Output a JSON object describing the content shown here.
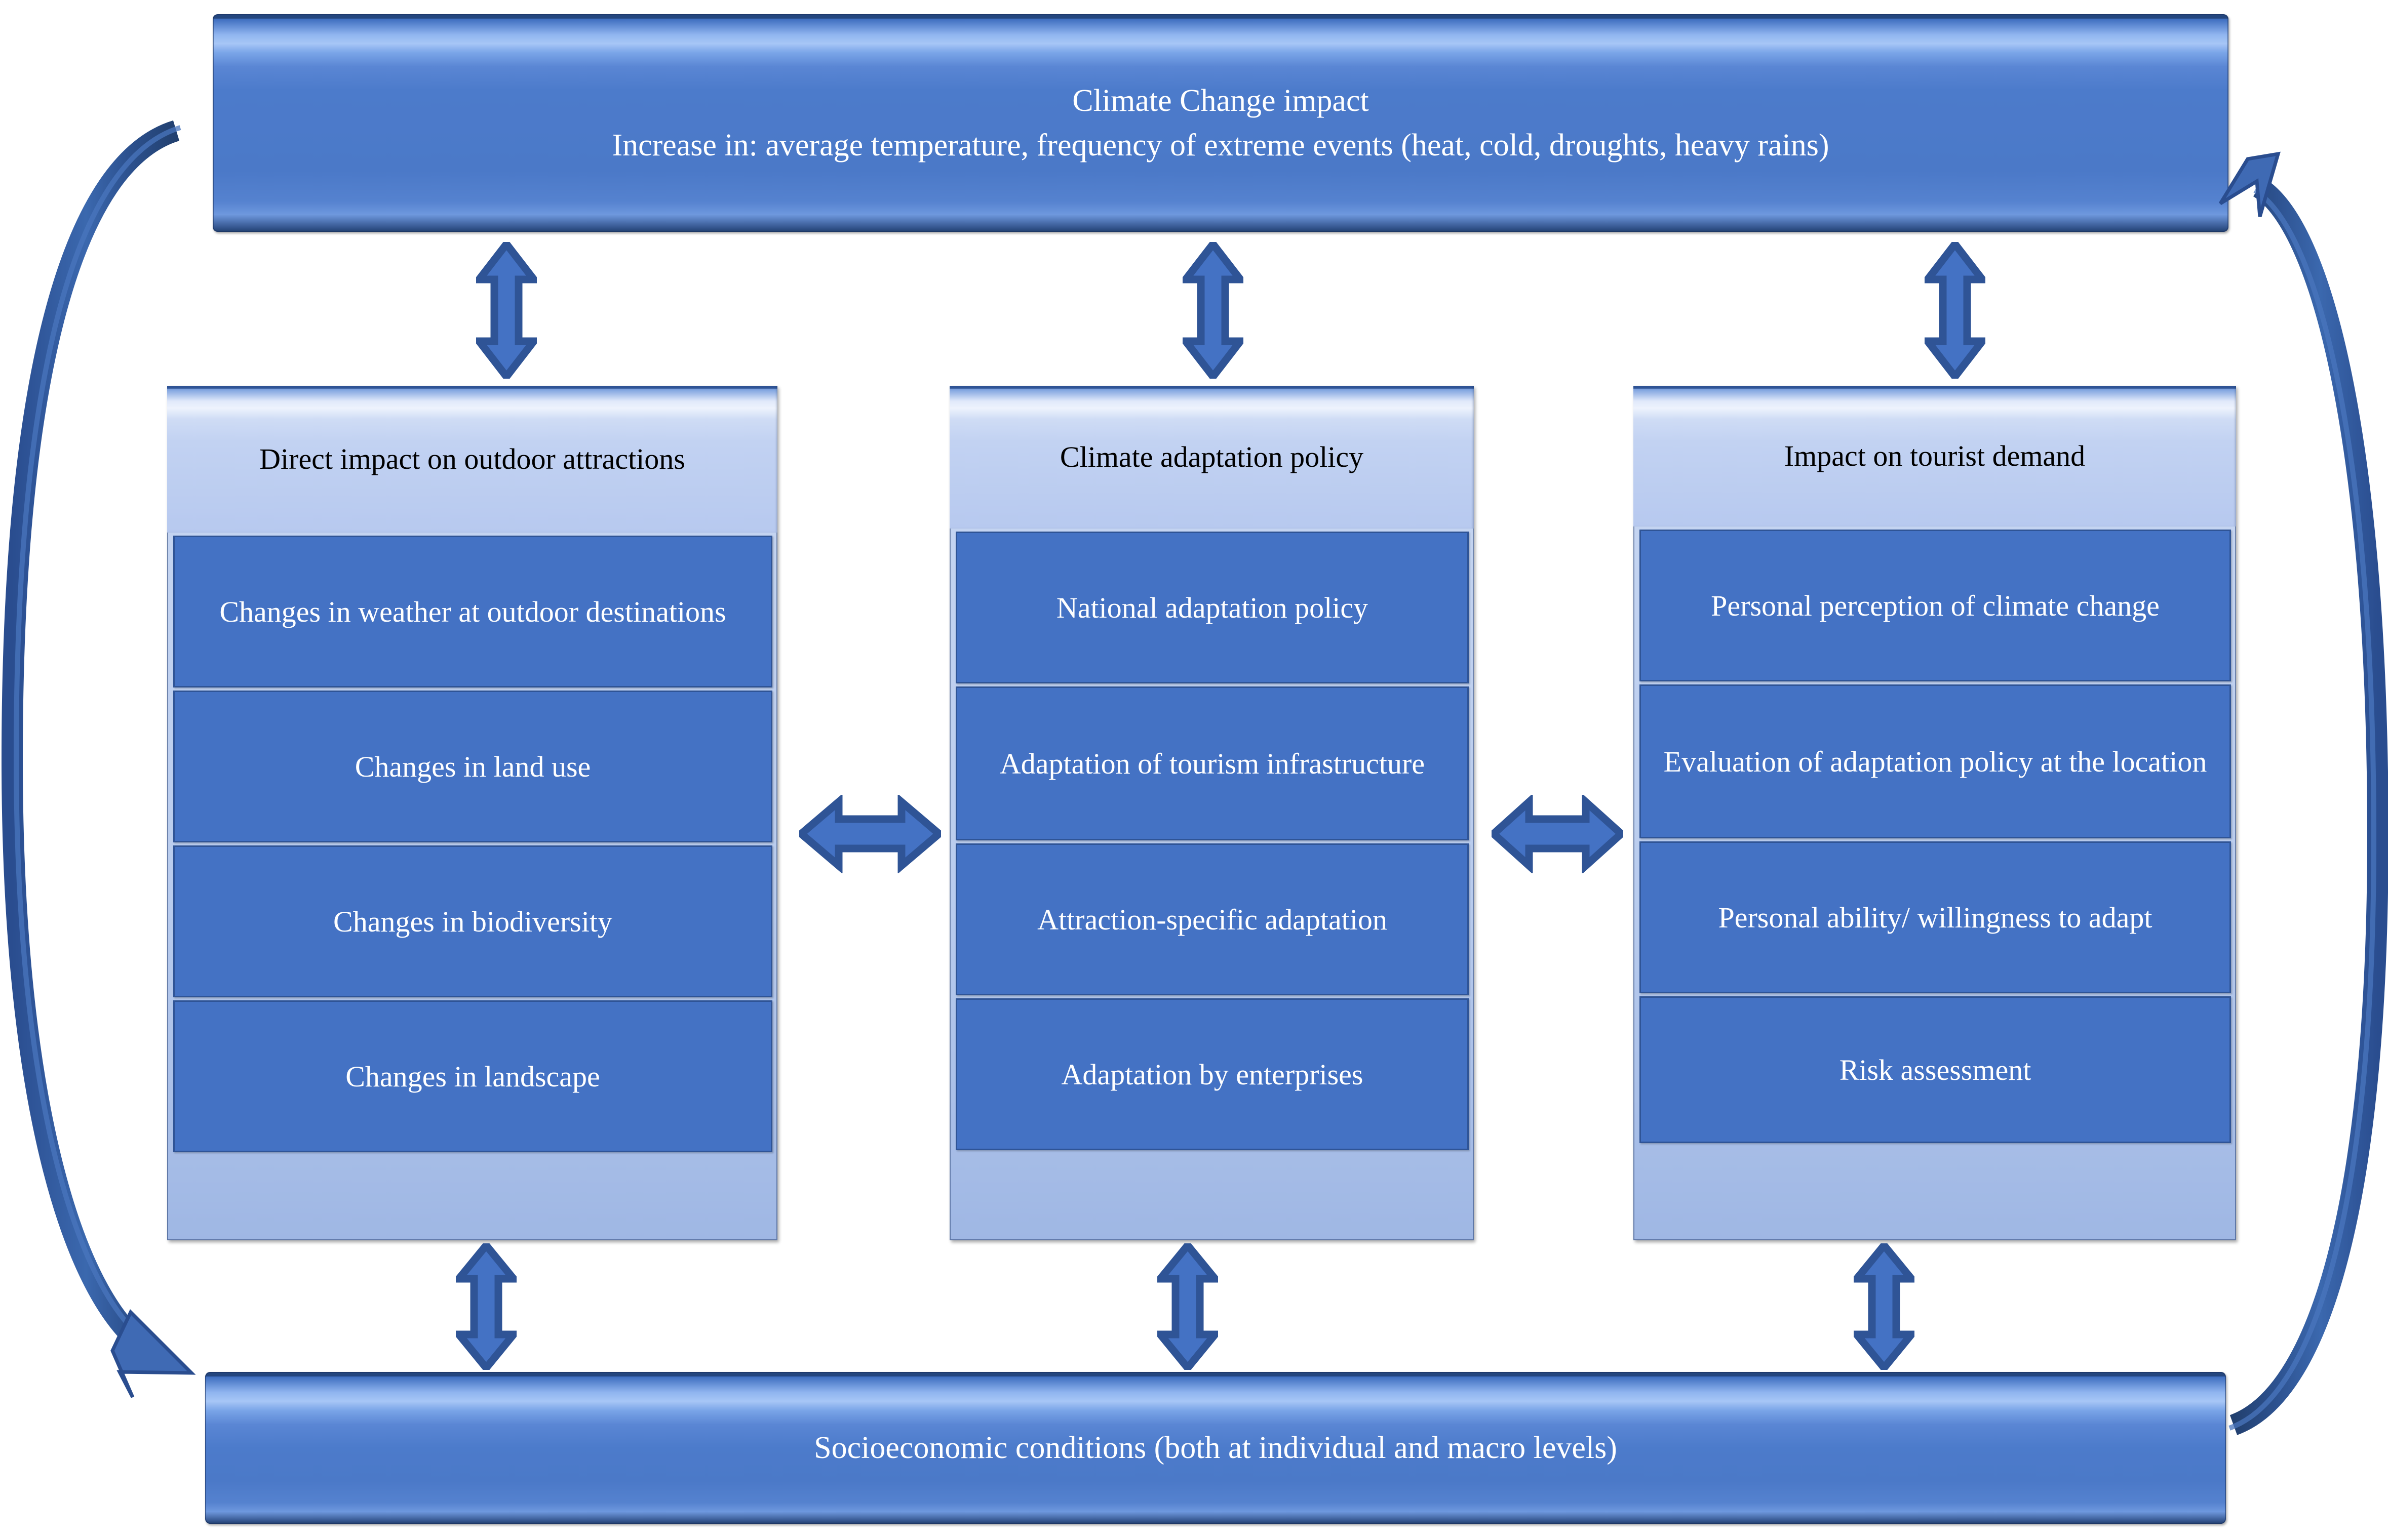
{
  "diagram": {
    "title_top": {
      "line1": "Climate Change impact",
      "line2": "Increase in: average temperature, frequency of extreme events (heat, cold, droughts, heavy rains)"
    },
    "footer": {
      "line1": "Socioeconomic conditions (both at individual and macro levels)"
    },
    "columns": [
      {
        "header": "Direct impact on outdoor attractions",
        "items": [
          "Changes in weather at outdoor destinations",
          "Changes in land use",
          "Changes in biodiversity",
          "Changes in landscape"
        ]
      },
      {
        "header": "Climate adaptation policy",
        "items": [
          "National adaptation policy",
          "Adaptation of tourism infrastructure",
          "Attraction-specific adaptation",
          "Adaptation by enterprises"
        ]
      },
      {
        "header": "Impact on tourist demand",
        "items": [
          "Personal perception of climate change",
          "Evaluation of adaptation policy at the location",
          "Personal ability/ willingness to adapt",
          "Risk assessment"
        ]
      }
    ],
    "connectors": {
      "vertical_top": [
        "double-arrow-up-down",
        "double-arrow-up-down",
        "double-arrow-up-down"
      ],
      "vertical_bottom": [
        "double-arrow-up-down",
        "double-arrow-up-down",
        "double-arrow-up-down"
      ],
      "horizontal": [
        "double-arrow-left-right",
        "double-arrow-left-right"
      ],
      "curved_left": "curved-arrow-down",
      "curved_right": "curved-arrow-up"
    },
    "colors": {
      "banner_blue": "#4472c4",
      "cell_blue": "#4472c4",
      "cell_border": "#2f5496",
      "header_light": "#c2d2f2",
      "arrow_fill": "#4472c4",
      "arrow_stroke": "#2f5496",
      "curve_fill": "#2e5496",
      "text_light": "#ffffff",
      "text_dark": "#000000",
      "page_background": "#ffffff"
    }
  }
}
